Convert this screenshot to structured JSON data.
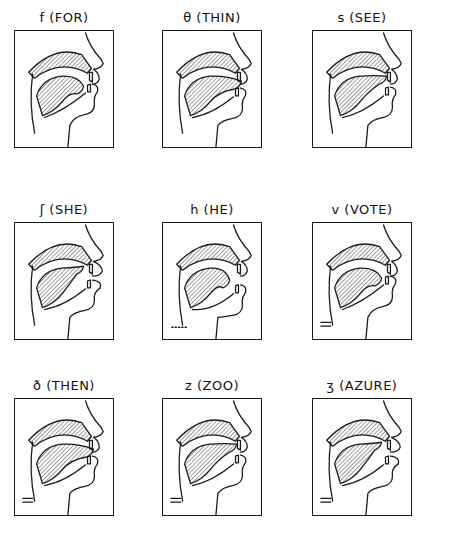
{
  "diagram": {
    "nodes": [
      {
        "text": [
          "f (FOR)"
        ]
      },
      {
        "text": [
          "θ (THIN)"
        ]
      },
      {
        "text": [
          "s (SEE)"
        ]
      },
      {
        "text": [
          "ʃ (SHE)"
        ]
      },
      {
        "text": [
          "h (HE)"
        ]
      },
      {
        "text": [
          "v (VOTE)"
        ]
      },
      {
        "text": [
          "ð (THEN)"
        ]
      },
      {
        "text": [
          "z (ZOO)"
        ]
      },
      {
        "text": [
          "ʒ (AZURE)"
        ]
      }
    ]
  }
}
